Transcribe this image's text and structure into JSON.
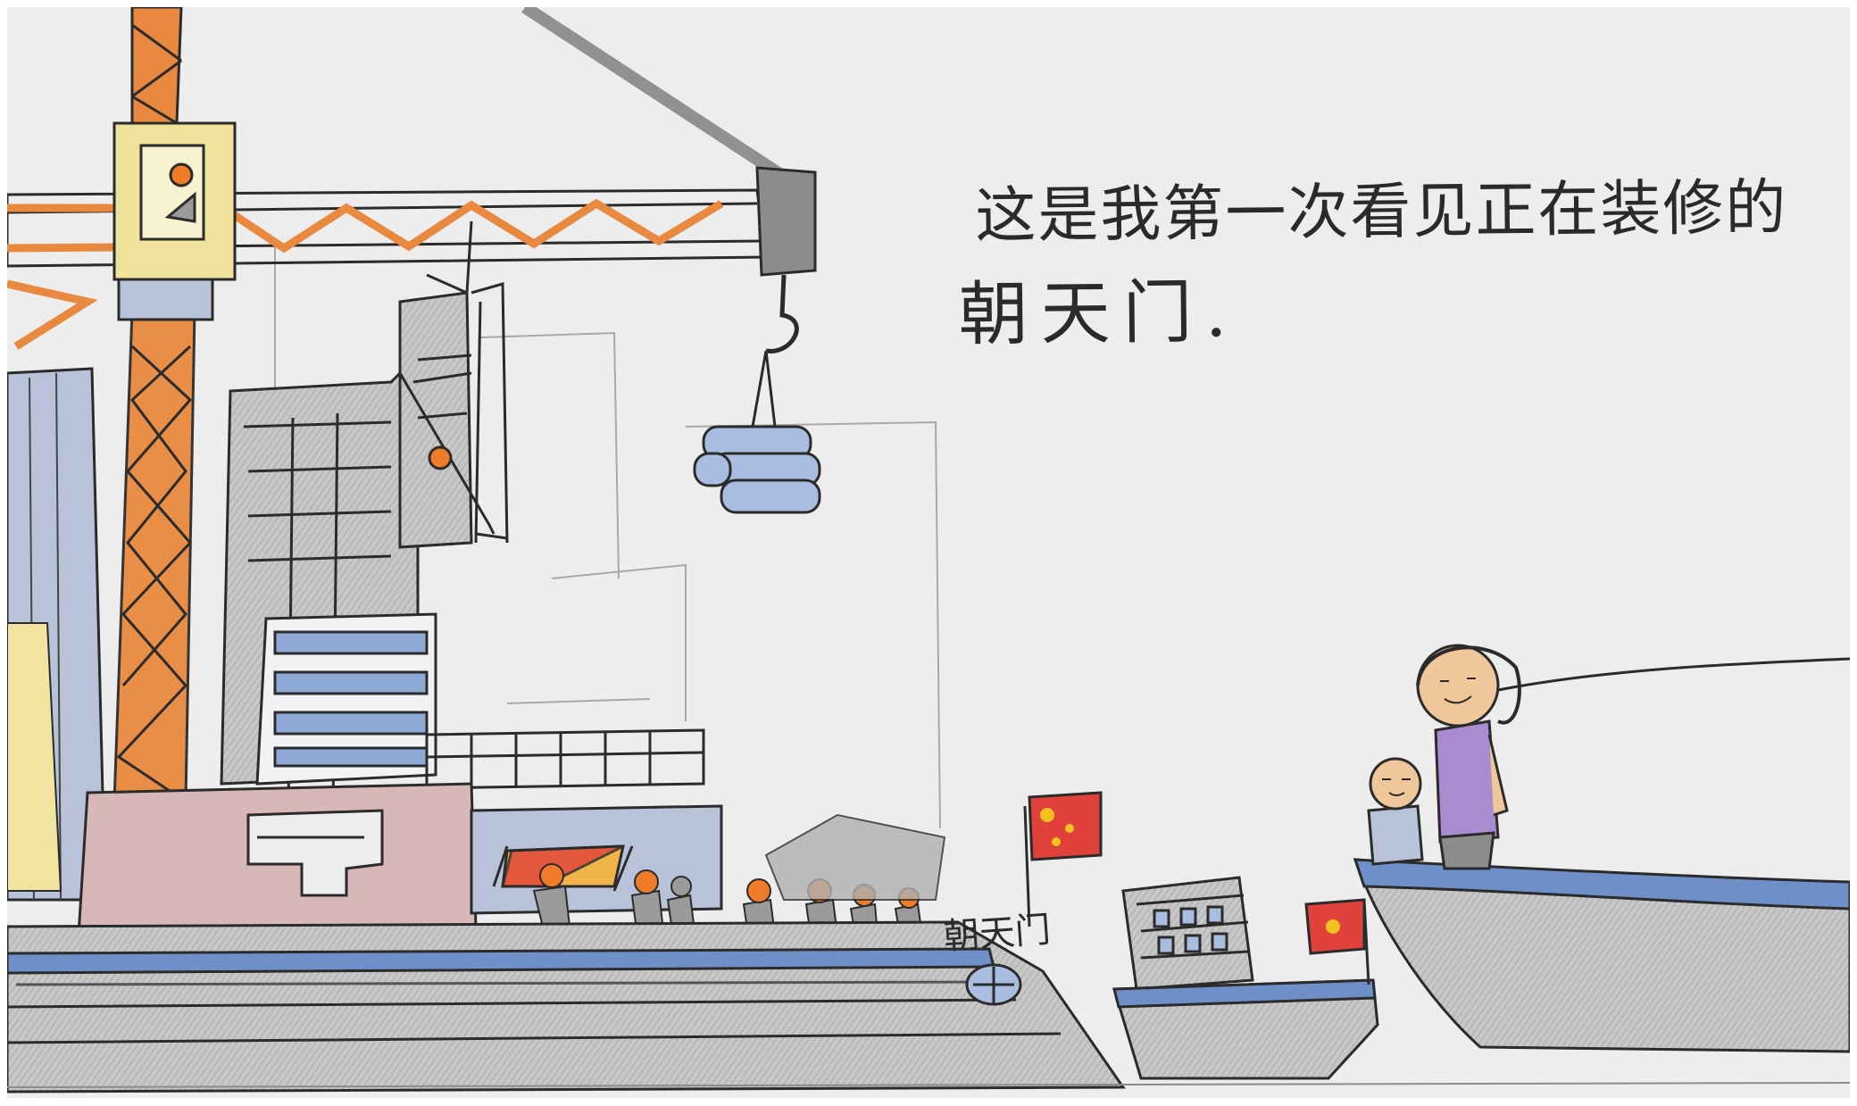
{
  "caption": {
    "line1": "这是我第一次看见正在装修的",
    "line2": "朝天门."
  },
  "ship_name": "朝天门",
  "colors": {
    "paper": "#ededee",
    "crane_orange": "#e8893f",
    "cabin_yellow": "#efe29a",
    "hull_gray": "#bdbdbd",
    "hull_stripe_blue": "#6f8fc9",
    "flag_red": "#e0413b",
    "flag_star": "#f2c21e",
    "building_blue": "#8fa9d6",
    "pink_deck": "#d8b7b7",
    "helmet_orange": "#f07c2a",
    "girl_shirt": "#a88ccf",
    "skin": "#f0c79a"
  }
}
